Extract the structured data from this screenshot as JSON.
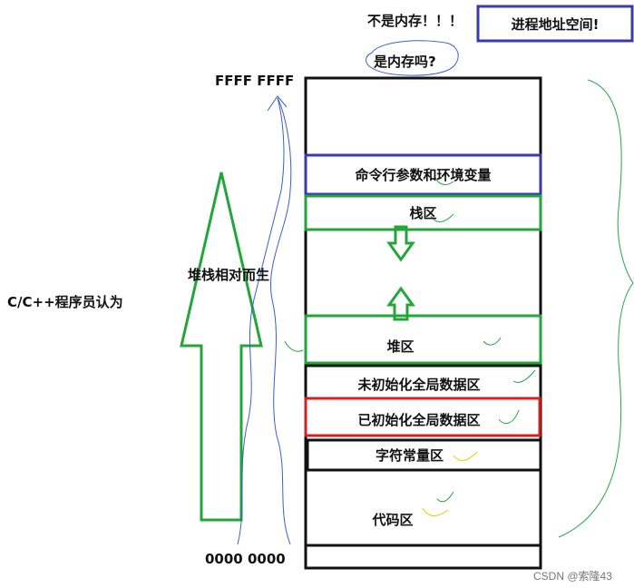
{
  "top": {
    "not_memory": "不是内存！！！",
    "process_space": "进程地址空间!",
    "is_memory": "是内存吗?"
  },
  "addresses": {
    "high": "FFFF FFFF",
    "low": "0000 0000"
  },
  "left": {
    "cpp_programmer": "C/C++程序员认为",
    "arrow_label": "堆栈相对而生"
  },
  "segments": {
    "cmdline_env": "命令行参数和环境变量",
    "stack": "栈区",
    "heap": "堆区",
    "bss": "未初始化全局数据区",
    "data": "已初始化全局数据区",
    "rodata": "字符常量区",
    "text": "代码区"
  },
  "watermark": "CSDN @索隆43",
  "colors": {
    "black": "#111111",
    "blue": "#3a3ab0",
    "green": "#22a63a",
    "red": "#d62020",
    "pen_blue": "#3b5fc9",
    "pen_green": "#2aa34a",
    "pen_yellow": "#e0d000"
  }
}
